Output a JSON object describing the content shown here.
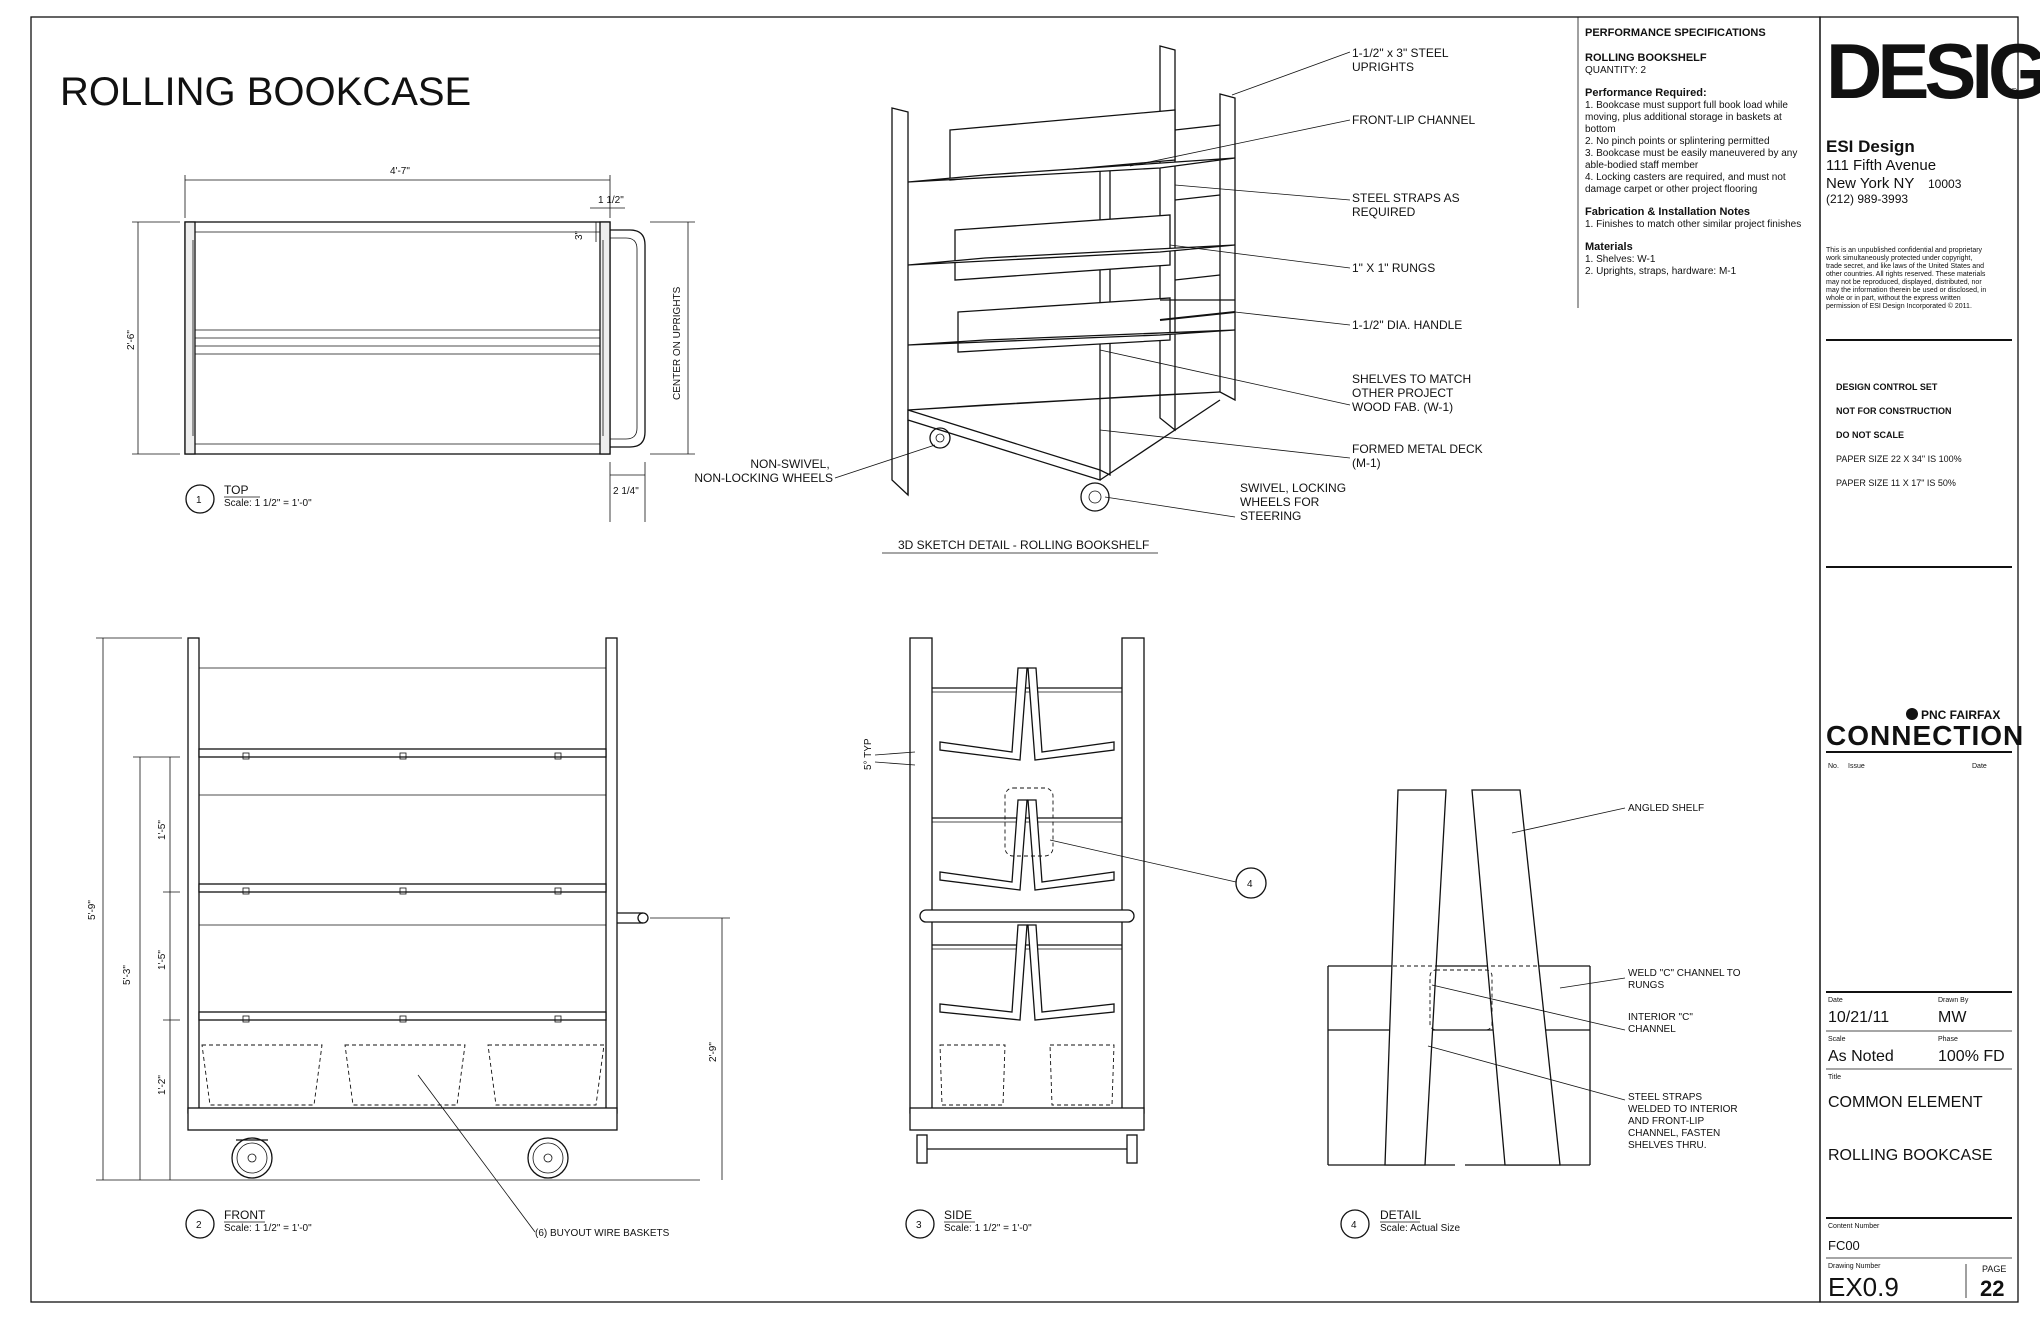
{
  "title": "ROLLING BOOKCASE",
  "views": {
    "top": {
      "num": "1",
      "name": "TOP",
      "scale": "Scale: 1 1/2\" = 1'-0\""
    },
    "front": {
      "num": "2",
      "name": "FRONT",
      "scale": "Scale: 1 1/2\" = 1'-0\""
    },
    "side": {
      "num": "3",
      "name": "SIDE",
      "scale": "Scale: 1 1/2\" = 1'-0\""
    },
    "detail": {
      "num": "4",
      "name": "DETAIL",
      "scale": "Scale: Actual Size"
    },
    "sketch_title": "3D SKETCH DETAIL - ROLLING BOOKSHELF"
  },
  "dims": {
    "width": "4'-7\"",
    "depth": "2'-6\"",
    "upright": "1 1/2\"",
    "three": "3\"",
    "handle": "2 1/4\"",
    "center": "CENTER ON UPRIGHTS",
    "total_h": "5'-9\"",
    "h53": "5'-3\"",
    "s1": "1'-5\"",
    "s2": "1'-5\"",
    "s3": "1'-2\"",
    "handle_h": "2'-9\"",
    "typ": "5° TYP"
  },
  "callouts_3d": {
    "uprights": [
      "1-1/2\" x 3\" STEEL",
      "UPRIGHTS"
    ],
    "front_lip": [
      "FRONT-LIP CHANNEL"
    ],
    "straps": [
      "STEEL STRAPS AS",
      "REQUIRED"
    ],
    "rungs": [
      "1\" X 1\" RUNGS"
    ],
    "handle": [
      "1-1/2\" DIA. HANDLE"
    ],
    "shelves": [
      "SHELVES TO MATCH",
      "OTHER PROJECT",
      "WOOD FAB. (W-1)"
    ],
    "deck": [
      "FORMED METAL DECK",
      "(M-1)"
    ],
    "swivel": [
      "SWIVEL, LOCKING",
      "WHEELS FOR",
      "STEERING"
    ],
    "nonswivel": [
      "NON-SWIVEL,",
      "NON-LOCKING WHEELS"
    ]
  },
  "baskets_note": "(6) BUYOUT WIRE BASKETS",
  "detail_callouts": {
    "angled": [
      "ANGLED SHELF"
    ],
    "weld": [
      "WELD \"C\" CHANNEL TO",
      "RUNGS"
    ],
    "interior": [
      "INTERIOR \"C\"",
      "CHANNEL"
    ],
    "straps": [
      "STEEL STRAPS",
      "WELDED TO INTERIOR",
      "AND FRONT-LIP",
      "CHANNEL, FASTEN",
      "SHELVES THRU."
    ],
    "ref": "4"
  },
  "specs": {
    "heading": "PERFORMANCE SPECIFICATIONS",
    "item": "ROLLING BOOKSHELF",
    "quantity": "QUANTITY: 2",
    "req_heading": "Performance Required:",
    "req_lines": [
      "1. Bookcase must support full book load while",
      "moving, plus additional storage in baskets at",
      "bottom",
      "2. No pinch points or splintering permitted",
      "3. Bookcase must be easily maneuvered by any",
      "able-bodied staff member",
      "4. Locking casters are required, and must not",
      "damage carpet or other project flooring"
    ],
    "fab_heading": "Fabrication & Installation Notes",
    "fab_lines": [
      "1. Finishes to match other similar project finishes"
    ],
    "mat_heading": "Materials",
    "mat_lines": [
      "1. Shelves: W-1",
      "2. Uprights, straps, hardware: M-1"
    ]
  },
  "titleblock": {
    "logo": "DESIGN",
    "reg": "®",
    "company": "ESI Design",
    "address1": "111 Fifth Avenue",
    "address2": "New York  NY",
    "zip": "10003",
    "phone": "(212) 989-3993",
    "legal": [
      "This is an unpublished confidential and proprietary",
      "work simultaneously protected under copyright,",
      "trade secret, and like laws of the United States and",
      "other countries. All rights reserved. These materials",
      "may not be reproduced, displayed, distributed, nor",
      "may the information therein be used or disclosed, in",
      "whole or in part, without the express written",
      "permission of ESI Design Incorporated © 2011."
    ],
    "control": [
      "DESIGN CONTROL SET",
      "NOT FOR CONSTRUCTION",
      "DO NOT SCALE",
      "PAPER SIZE 22 X 34\" IS 100%",
      "PAPER SIZE 11 X 17\" IS 50%"
    ],
    "project_small": "PNC FAIRFAX",
    "project": "CONNECTION",
    "no_label": "No.",
    "issue_label": "Issue",
    "date_label": "Date",
    "date_lbl": "Date",
    "date": "10/21/11",
    "drawn_lbl": "Drawn By",
    "drawn": "MW",
    "scale_lbl": "Scale",
    "scale": "As Noted",
    "phase_lbl": "Phase",
    "phase": "100% FD",
    "title_lbl": "Title",
    "title1": "COMMON ELEMENT",
    "title2": "ROLLING BOOKCASE",
    "content_lbl": "Content Number",
    "content": "FC00",
    "drawing_lbl": "Drawing Number",
    "drawing": "EX0.9",
    "page_lbl": "PAGE",
    "page": "22"
  }
}
